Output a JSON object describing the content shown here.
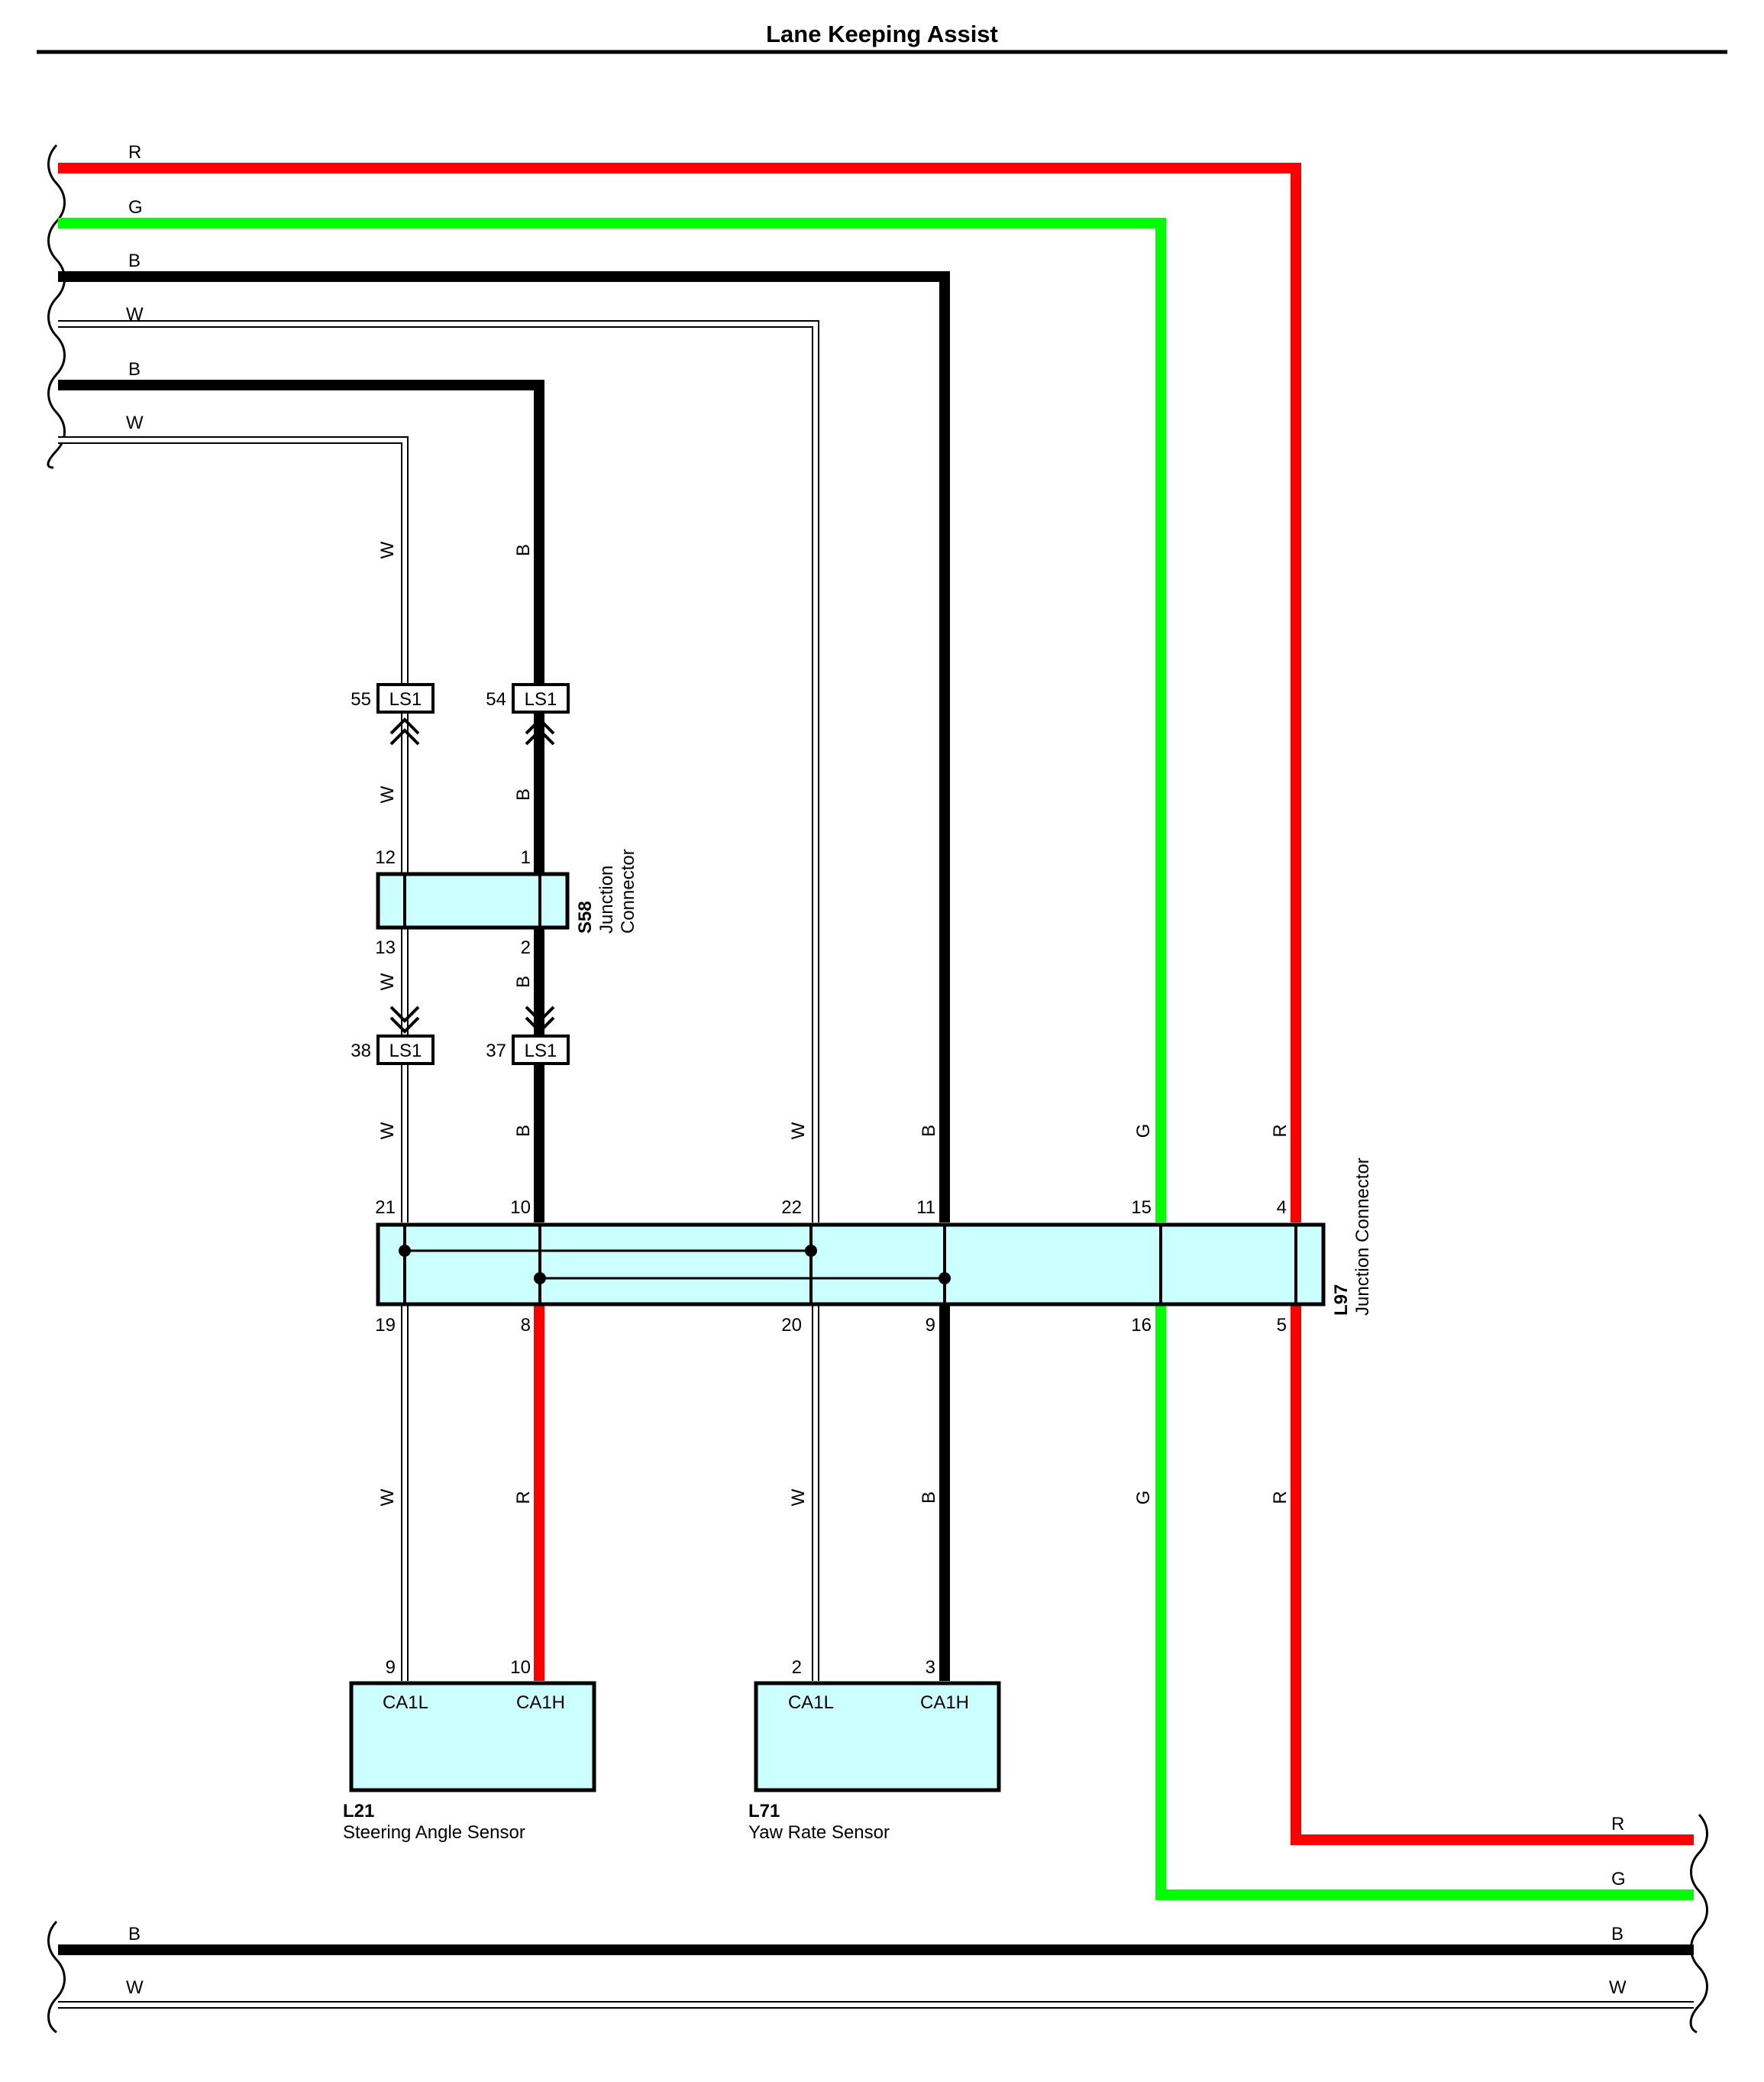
{
  "title": "Lane Keeping Assist",
  "colors": {
    "red": "#ff0000",
    "green": "#00ff00",
    "black": "#000000",
    "box_fill": "#ccffff"
  },
  "wires_top": [
    "R",
    "G",
    "B",
    "W",
    "B",
    "W"
  ],
  "wires_bottom_right": [
    "R",
    "G"
  ],
  "wires_bottom": [
    "B",
    "W"
  ],
  "vertical_wire_labels": {
    "w1": "W",
    "b1": "B",
    "w2": "W",
    "b2": "B",
    "w3": "W",
    "b3": "B",
    "w4": "W",
    "b4": "B",
    "w5": "W",
    "b5": "B",
    "g5": "G",
    "r5": "R",
    "w6": "W",
    "r6": "R",
    "w7": "W",
    "b7": "B",
    "g7": "G",
    "r7": "R"
  },
  "ls1": {
    "name": "LS1",
    "pins": {
      "p55": "55",
      "p54": "54",
      "p38": "38",
      "p37": "37"
    }
  },
  "s58": {
    "id": "S58",
    "line1": "Junction",
    "line2": "Connector",
    "pins": {
      "p12": "12",
      "p1": "1",
      "p13": "13",
      "p2": "2"
    }
  },
  "l97": {
    "id": "L97",
    "name": "Junction Connector",
    "pins_top": {
      "p21": "21",
      "p10": "10",
      "p22": "22",
      "p11": "11",
      "p15": "15",
      "p4": "4"
    },
    "pins_bottom": {
      "p19": "19",
      "p8": "8",
      "p20": "20",
      "p9": "9",
      "p16": "16",
      "p5": "5"
    }
  },
  "l21": {
    "id": "L21",
    "name": "Steering Angle Sensor",
    "pin_left": "9",
    "pin_right": "10",
    "term_left": "CA1L",
    "term_right": "CA1H"
  },
  "l71": {
    "id": "L71",
    "name": "Yaw Rate Sensor",
    "pin_left": "2",
    "pin_right": "3",
    "term_left": "CA1L",
    "term_right": "CA1H"
  }
}
